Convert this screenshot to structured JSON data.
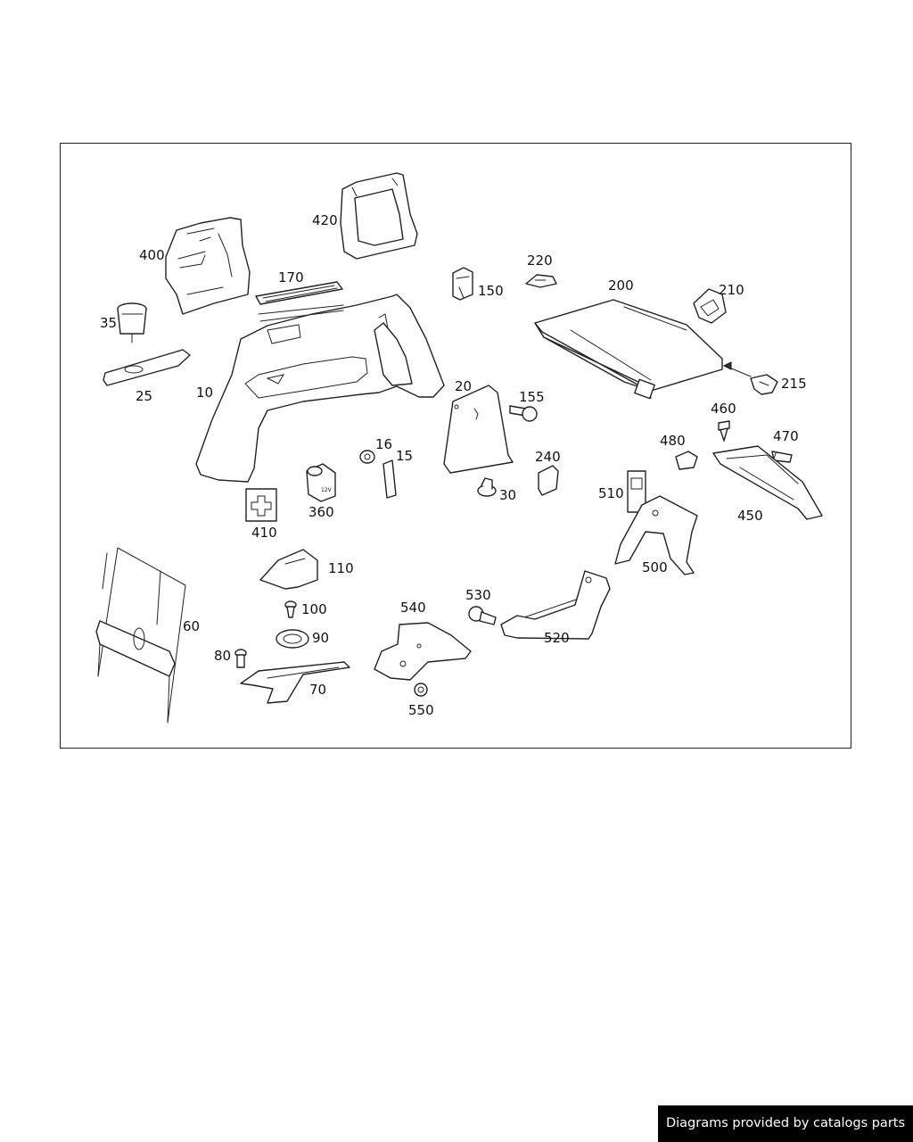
{
  "diagram": {
    "callouts": [
      {
        "id": "p10",
        "label": "10"
      },
      {
        "id": "p15",
        "label": "15"
      },
      {
        "id": "p16",
        "label": "16"
      },
      {
        "id": "p20",
        "label": "20"
      },
      {
        "id": "p25",
        "label": "25"
      },
      {
        "id": "p30",
        "label": "30"
      },
      {
        "id": "p35",
        "label": "35"
      },
      {
        "id": "p60",
        "label": "60"
      },
      {
        "id": "p70",
        "label": "70"
      },
      {
        "id": "p80",
        "label": "80"
      },
      {
        "id": "p90",
        "label": "90"
      },
      {
        "id": "p100",
        "label": "100"
      },
      {
        "id": "p110",
        "label": "110"
      },
      {
        "id": "p150",
        "label": "150"
      },
      {
        "id": "p155",
        "label": "155"
      },
      {
        "id": "p170",
        "label": "170"
      },
      {
        "id": "p200",
        "label": "200"
      },
      {
        "id": "p210",
        "label": "210"
      },
      {
        "id": "p215",
        "label": "215"
      },
      {
        "id": "p220",
        "label": "220"
      },
      {
        "id": "p240",
        "label": "240"
      },
      {
        "id": "p360",
        "label": "360"
      },
      {
        "id": "p400",
        "label": "400"
      },
      {
        "id": "p410",
        "label": "410"
      },
      {
        "id": "p420",
        "label": "420"
      },
      {
        "id": "p450",
        "label": "450"
      },
      {
        "id": "p460",
        "label": "460"
      },
      {
        "id": "p470",
        "label": "470"
      },
      {
        "id": "p480",
        "label": "480"
      },
      {
        "id": "p500",
        "label": "500"
      },
      {
        "id": "p510",
        "label": "510"
      },
      {
        "id": "p520",
        "label": "520"
      },
      {
        "id": "p530",
        "label": "530"
      },
      {
        "id": "p540",
        "label": "540"
      },
      {
        "id": "p550",
        "label": "550"
      }
    ]
  },
  "footer": {
    "credit": "Diagrams provided by catalogs parts"
  }
}
